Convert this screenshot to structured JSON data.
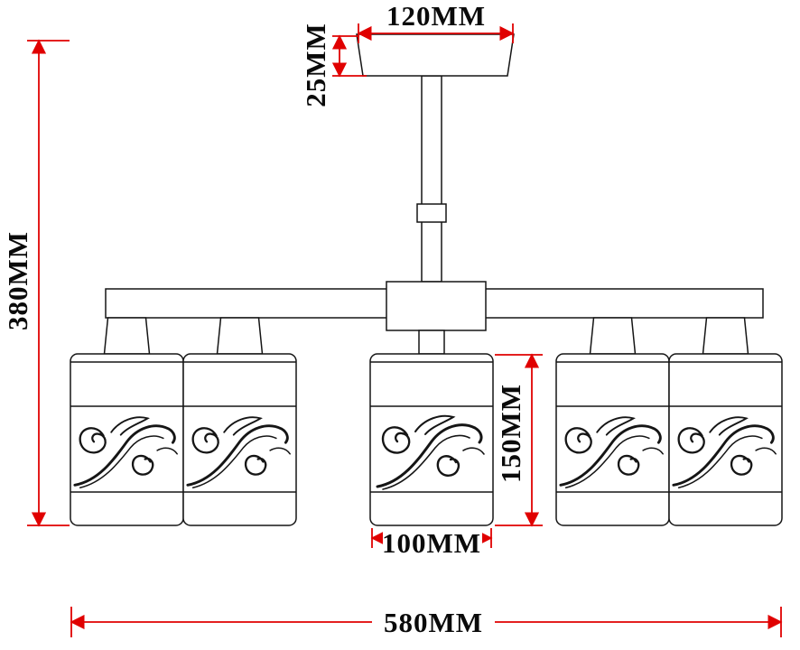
{
  "diagram": {
    "labels": {
      "canopy_width": "120MM",
      "canopy_height": "25MM",
      "overall_height": "380MM",
      "shade_height": "150MM",
      "shade_width": "100MM",
      "overall_width": "580MM"
    },
    "colors": {
      "dimension_line": "#e00000",
      "drawing_line": "#151515",
      "background": "#ffffff"
    }
  }
}
